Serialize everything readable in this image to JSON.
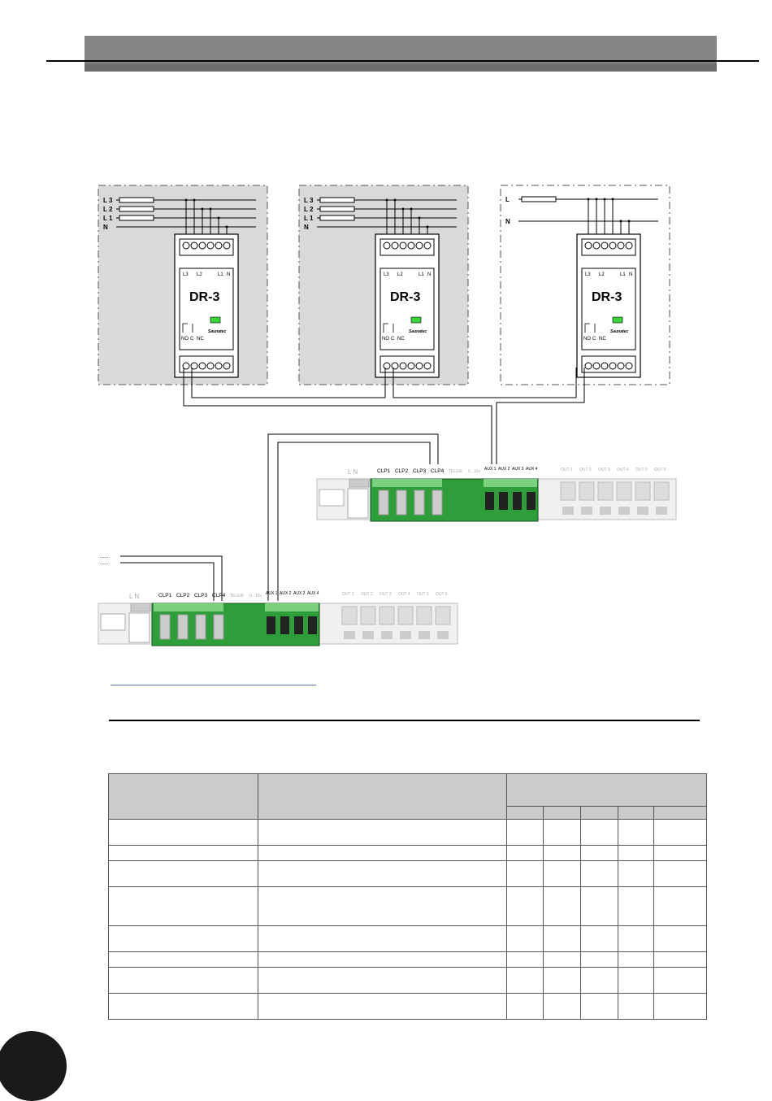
{
  "header": {
    "bar_color": "#858585"
  },
  "diagram": {
    "modules": [
      {
        "name": "DR-3",
        "supply_labels": [
          "L 3",
          "L 2",
          "L 1",
          "N"
        ],
        "terminal_labels": [
          "L3",
          "L2",
          "L1",
          "N"
        ],
        "contact_labels": [
          "NO",
          "C",
          "NC"
        ],
        "brand": "Saunatec"
      },
      {
        "name": "DR-3",
        "supply_labels": [
          "L 3",
          "L 2",
          "L 1",
          "N"
        ],
        "terminal_labels": [
          "L3",
          "L2",
          "L1",
          "N"
        ],
        "contact_labels": [
          "NO",
          "C",
          "NC"
        ],
        "brand": "Saunatec"
      },
      {
        "name": "DR-3",
        "supply_labels": [
          "L",
          "N"
        ],
        "terminal_labels": [
          "L3",
          "L2",
          "L1",
          "N"
        ],
        "contact_labels": [
          "NO",
          "C",
          "NC"
        ],
        "brand": "Saunatec"
      }
    ],
    "controller_upper": {
      "power_label": "L N",
      "clp_labels": [
        "CLP1",
        "CLP2",
        "CLP3",
        "CLP4"
      ],
      "mid_labels": [
        "TELEM",
        "0...10v"
      ],
      "aux_labels": [
        "AUX 1",
        "AUX 2",
        "AUX 3",
        "AUX 4"
      ],
      "out_labels": [
        "OUT 1",
        "OUT 2",
        "OUT 3",
        "OUT 4",
        "OUT 5",
        "OUT 6"
      ]
    },
    "controller_lower": {
      "power_label": "L N",
      "clp_labels": [
        "CLP1",
        "CLP2",
        "CLP3",
        "CLP4"
      ],
      "mid_labels": [
        "TELEM",
        "0...10v"
      ],
      "aux_labels": [
        "AUX 1",
        "AUX 2",
        "AUX 3",
        "AUX 4"
      ],
      "out_labels": [
        "OUT 1",
        "OUT 2",
        "OUT 3",
        "OUT 4",
        "OUT 5",
        "OUT 6"
      ]
    },
    "colors": {
      "green": "#2e9e3a",
      "dark_green": "#1c6a27",
      "gray_panel": "#e6e6e6",
      "led": "#3bd33b"
    }
  },
  "table": {
    "header_color": "#cbcbcb",
    "row_count": 8,
    "sub_columns": 5
  }
}
